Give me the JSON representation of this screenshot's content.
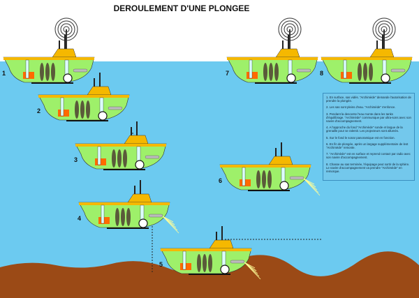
{
  "title": "DEROULEMENT D'UNE PLONGEE",
  "stages": [
    {
      "label": "1",
      "antenna": true
    },
    {
      "label": "2",
      "antenna": false
    },
    {
      "label": "3",
      "antenna": false
    },
    {
      "label": "4",
      "antenna": false
    },
    {
      "label": "5",
      "antenna": false
    },
    {
      "label": "6",
      "antenna": false
    },
    {
      "label": "7",
      "antenna": true
    },
    {
      "label": "8",
      "antenna": true
    }
  ],
  "legend": [
    "1. En surface, sas vidés. \"Archimède\" demande l'autorisation de prendre la plongée.",
    "2. Les sas sont pleins d'eau. \"Archimède\" s'enfonce.",
    "3. Pendant la descente l'eau monte dans les tanks d'équilibrage. \"Archimède\" communique par ultra-sons avec son navire d'accompagnement.",
    "4. A l'approche du fond \"Archimède\" sonde et largue de la grenaille pour se ralentir. Les projecteurs sont allumés.",
    "5. Sur le fond le sonar panoramique est en fonction.",
    "6. En fin de plongée, après un largage supplémentaire de lest \"Archimède\" remonte.",
    "7. \"Archimède\" est en surface et reprend contact par radio avec son navire d'accompagnement.",
    "8. Chasse au sas terminée, l'équipage peut sortir de la sphère. Le navire d'accompagnement va prendre \"Archimède\" en remorque."
  ],
  "colors": {
    "water": "#6ccaf0",
    "seabed": "#9b4a16",
    "hull": "#9ef06a",
    "deck": "#f5b800",
    "ballast": "#ff6a00",
    "tank": "#5a5a3a"
  }
}
